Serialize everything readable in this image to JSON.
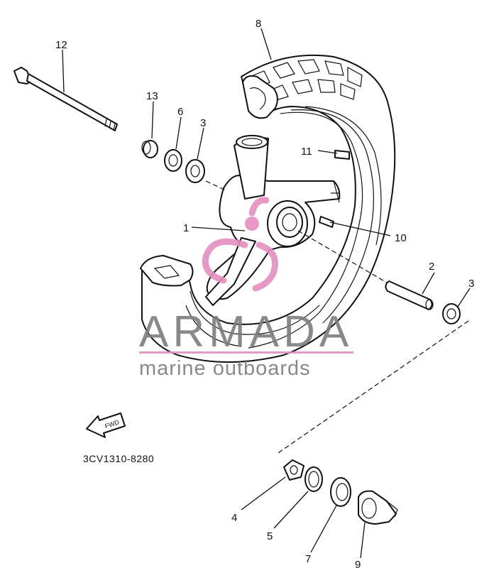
{
  "diagram": {
    "part_code": "3CV1310-8280",
    "direction_badge": "FWD",
    "callouts": [
      "1",
      "2",
      "3",
      "3",
      "4",
      "5",
      "6",
      "7",
      "8",
      "9",
      "10",
      "11",
      "12",
      "13"
    ]
  },
  "watermark": {
    "brand": "ARMADA",
    "tagline": "marine outboards",
    "brand_color": "#7d7d7d",
    "accent_color": "#e58ec0"
  }
}
